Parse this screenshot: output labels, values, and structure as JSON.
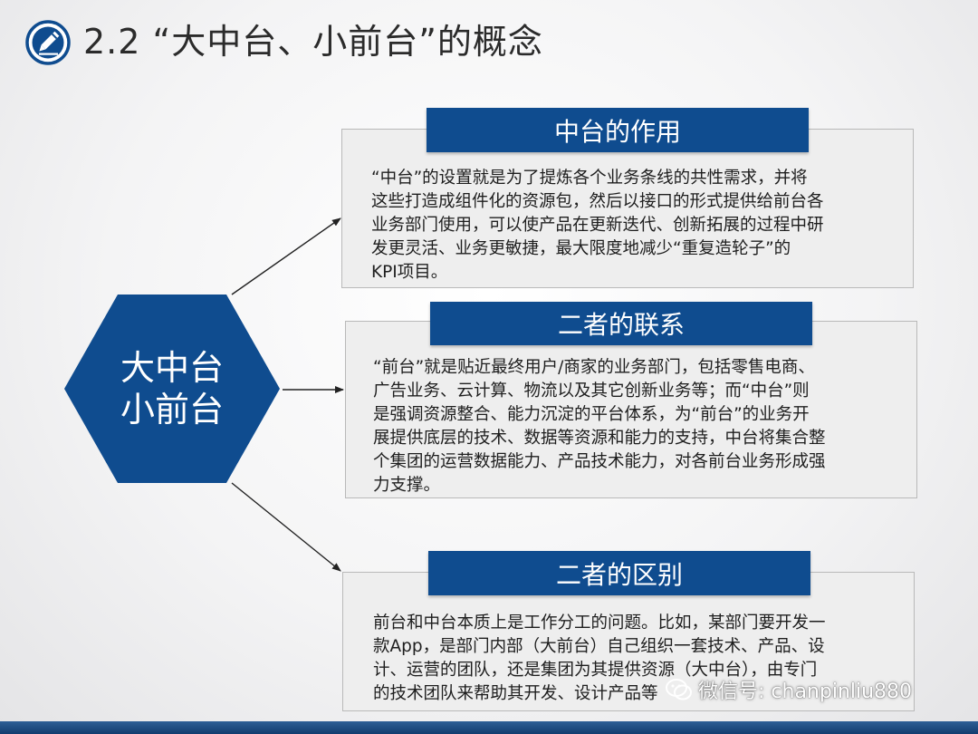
{
  "slide": {
    "title": "2.2 “大中台、小前台”的概念"
  },
  "center_node": {
    "line1": "大中台",
    "line2": "小前台"
  },
  "panels": [
    {
      "title": "中台的作用",
      "lines": [
        "“中台”的设置就是为了提炼各个业务条线的共性需求，并将",
        "这些打造成组件化的资源包，然后以接口的形式提供给前台各",
        "业务部门使用，可以使产品在更新迭代、创新拓展的过程中研",
        "发更灵活、业务更敏捷，最大限度地减少“重复造轮子”的",
        "KPI项目。"
      ]
    },
    {
      "title": "二者的联系",
      "lines": [
        "“前台”就是贴近最终用户/商家的业务部门，包括零售电商、",
        "广告业务、云计算、物流以及其它创新业务等；而“中台”则",
        "是强调资源整合、能力沉淀的平台体系，为“前台”的业务开",
        "展提供底层的技术、数据等资源和能力的支持，中台将集合整",
        "个集团的运营数据能力、产品技术能力，对各前台业务形成强",
        "力支撑。"
      ]
    },
    {
      "title": "二者的区别",
      "lines": [
        "前台和中台本质上是工作分工的问题。比如，某部门要开发一",
        "款App，是部门内部（大前台）自己组织一套技术、产品、设",
        "计、运营的团队，还是集团为其提供资源（大中台），由专门",
        "的技术团队来帮助其开发、设计产品等"
      ]
    }
  ],
  "watermark": {
    "text": "微信号: chanpinliu880"
  },
  "colors": {
    "accent": "#0f4c8f",
    "panel_bg": "#eeeeee",
    "panel_border": "#b9b9b9",
    "text": "#1e1e1e"
  }
}
